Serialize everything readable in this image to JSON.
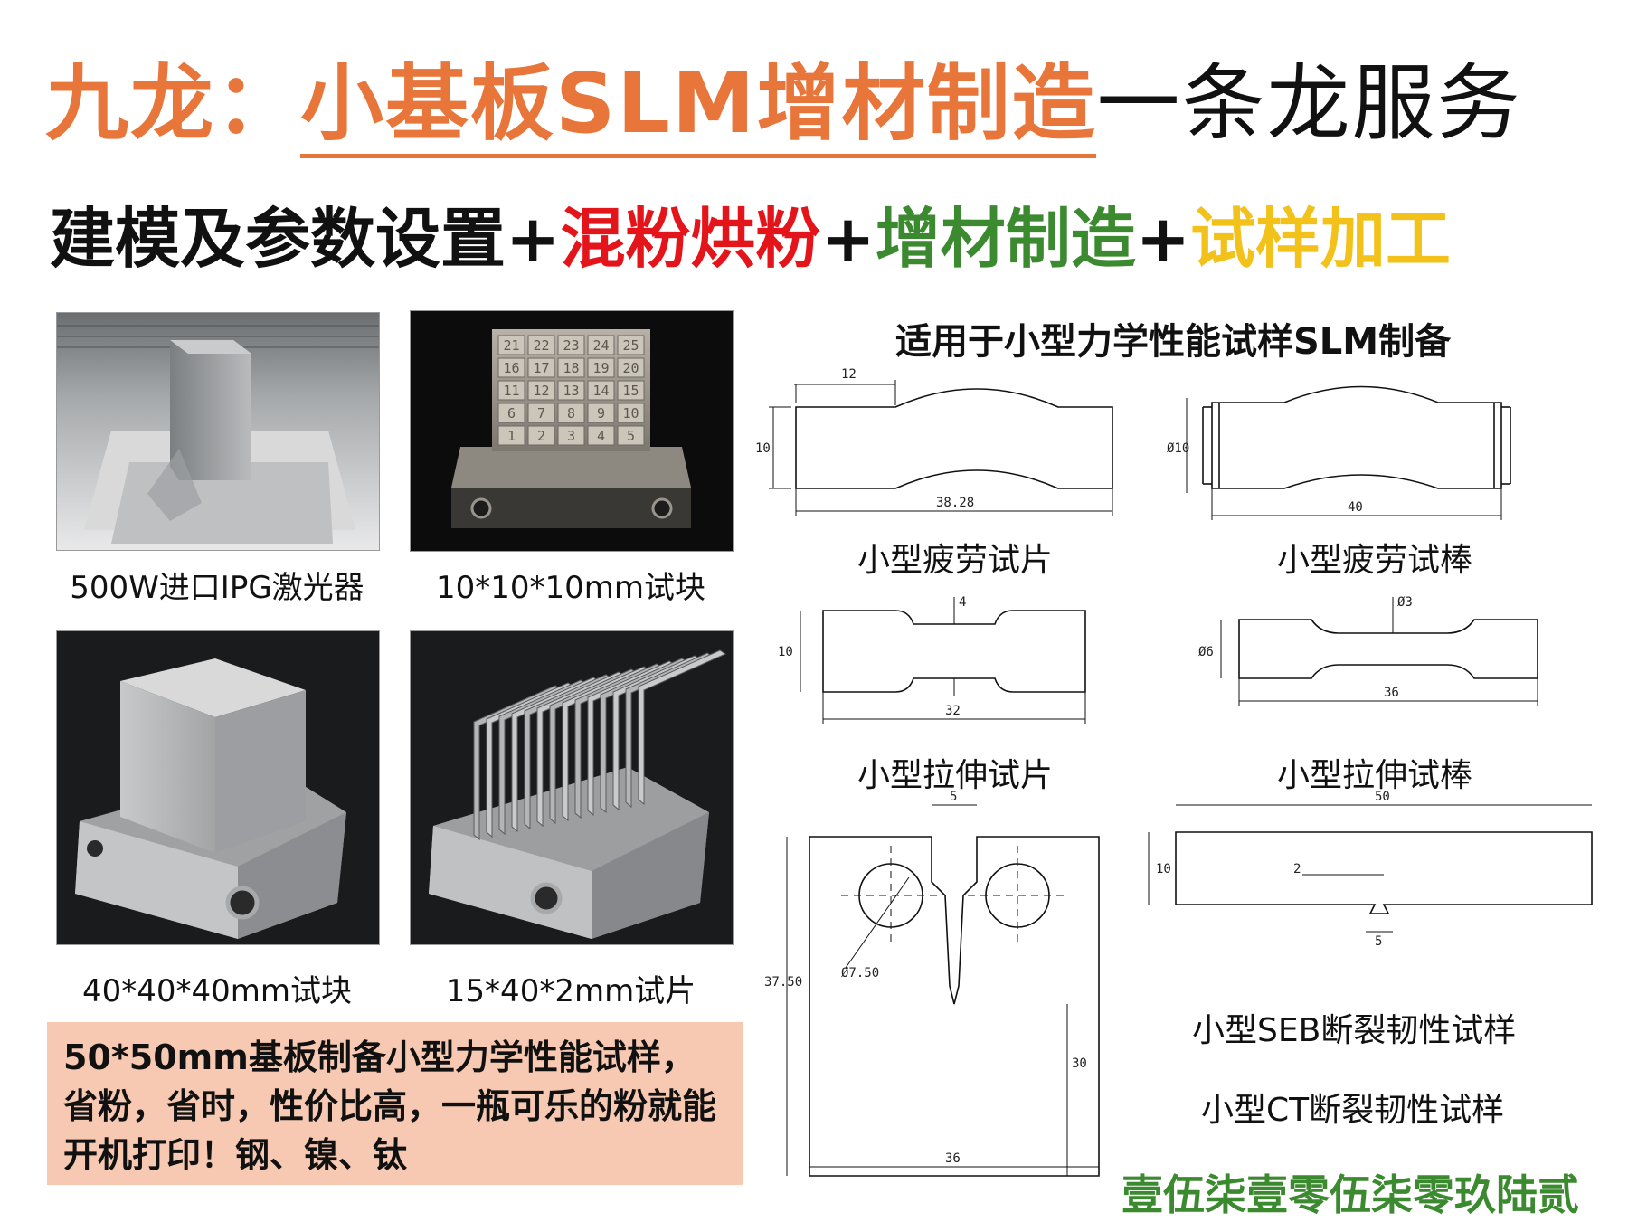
{
  "title": {
    "org": "九龙：",
    "highlight": "小基板SLM增材制造",
    "rest": "一条龙服务"
  },
  "subtitle": {
    "part1": "建模及参数设置+",
    "part2": "混粉烘粉",
    "plus1": "+",
    "part3": "增材制造",
    "plus2": "+",
    "part4": "试样加工"
  },
  "photos": [
    {
      "caption": "500W进口IPG激光器"
    },
    {
      "caption": "10*10*10mm试块"
    },
    {
      "caption": "40*40*40mm试块"
    },
    {
      "caption": "15*40*2mm试片"
    }
  ],
  "number_grid": [
    "21",
    "22",
    "23",
    "24",
    "25",
    "16",
    "17",
    "18",
    "19",
    "20",
    "11",
    "12",
    "13",
    "14",
    "15",
    "6",
    "7",
    "8",
    "9",
    "10",
    "1",
    "2",
    "3",
    "4",
    "5"
  ],
  "note": "50*50mm基板制备小型力学性能试样，省粉，省时，性价比高，一瓶可乐的粉就能开机打印！钢、镍、钛",
  "drawings": {
    "heading": "适用于小型力学性能试样SLM制备",
    "fatigue_sheet": {
      "caption": "小型疲劳试片",
      "dims": [
        "12",
        "10",
        "38.28"
      ]
    },
    "fatigue_bar": {
      "caption": "小型疲劳试棒",
      "dims": [
        "Ø10",
        "40"
      ]
    },
    "tensile_sheet": {
      "caption": "小型拉伸试片",
      "dims": [
        "4",
        "10",
        "32"
      ]
    },
    "tensile_bar": {
      "caption": "小型拉伸试棒",
      "dims": [
        "Ø3",
        "Ø6",
        "36"
      ]
    },
    "ct": {
      "caption": "小型CT断裂韧性试样",
      "dims": [
        "5",
        "Ø7.50",
        "37.50",
        "30",
        "36"
      ]
    },
    "seb": {
      "caption": "小型SEB断裂韧性试样",
      "dims": [
        "50",
        "10",
        "2",
        "5"
      ]
    }
  },
  "phone": "壹伍柒壹零伍柒零玖陆贰",
  "colors": {
    "orange": "#e8753a",
    "red": "#e4141b",
    "green": "#3c8a2f",
    "yellow": "#f2c21b",
    "note_bg": "#f7c9b3"
  }
}
